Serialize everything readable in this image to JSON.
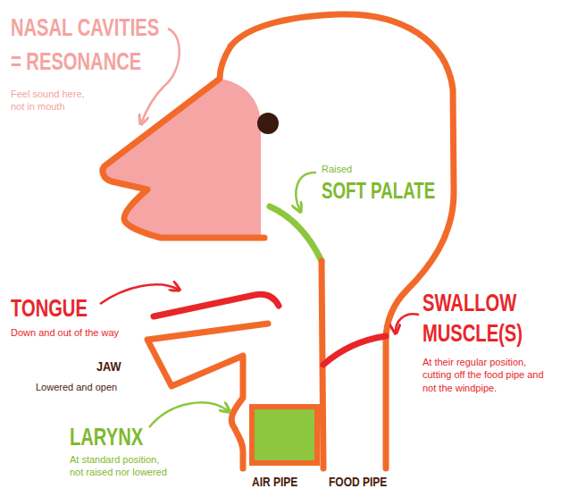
{
  "diagram": {
    "labels": [
      "NASAL CAVITIES = RESONANCE",
      "Feel sound here, not in mouth",
      "Raised",
      "SOFT PALATE",
      "TONGUE",
      "Down and out of the way",
      "SWALLOW MUSCLE(S)",
      "At their regular position, cutting off the food pipe and not the windpipe.",
      "JAW",
      "Lowered and open",
      "LARYNX",
      "At standard position, not raised nor lowered",
      "AIR PIPE",
      "FOOD PIPE"
    ]
  }
}
